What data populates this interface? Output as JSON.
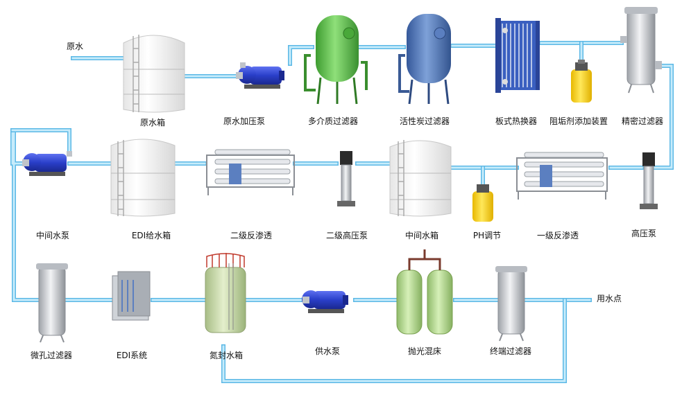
{
  "labels": {
    "raw_water": "原水",
    "use_point": "用水点",
    "raw_tank": "原水箱",
    "raw_pump": "原水加压泵",
    "multi_filter": "多介质过滤器",
    "carbon_filter": "活性炭过滤器",
    "plate_hx": "板式热换器",
    "antiscalant": "阻垢剂添加装置",
    "precision_filter": "精密过滤器",
    "mid_pump": "中间水泵",
    "edi_tank": "EDI给水箱",
    "ro2": "二级反渗透",
    "hp_pump2": "二级高压泵",
    "mid_tank": "中间水箱",
    "ph": "PH调节",
    "ro1": "一级反渗透",
    "hp_pump": "高压泵",
    "micro_filter": "微孔过滤器",
    "edi": "EDI系统",
    "n2_tank": "氮封水箱",
    "supply_pump": "供水泵",
    "mixed_bed": "抛光混床",
    "terminal_filter": "终端过滤器"
  },
  "colors": {
    "pipe": "#9fd8f2",
    "pipe_edge": "#5bb8e6",
    "pump": "#2a3fc9",
    "tank": "#f4f4f4",
    "green": "#5cc04a",
    "blue": "#4a72b8",
    "yellow": "#ffd51a",
    "steel": "#c9ccd0",
    "frp": "#c9d9a6"
  }
}
